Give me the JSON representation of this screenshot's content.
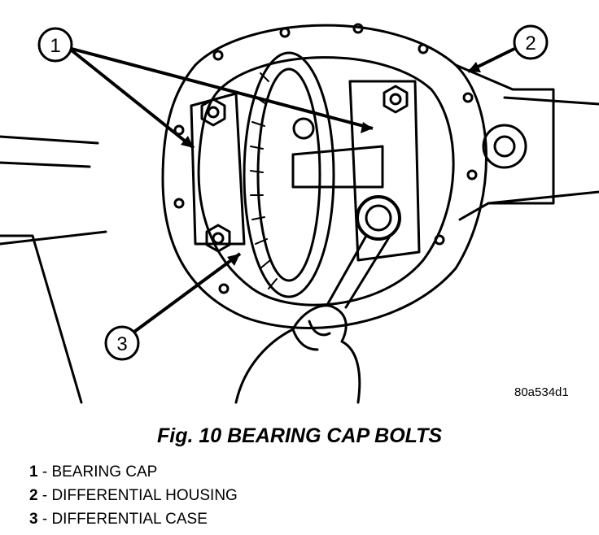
{
  "figure": {
    "art_code": "80a534d1",
    "caption": "Fig. 10 BEARING CAP BOLTS",
    "callouts": [
      "1",
      "2",
      "3"
    ],
    "legend": [
      {
        "num": "1",
        "text": " - BEARING CAP"
      },
      {
        "num": "2",
        "text": " - DIFFERENTIAL HOUSING"
      },
      {
        "num": "3",
        "text": " - DIFFERENTIAL CASE"
      }
    ]
  }
}
